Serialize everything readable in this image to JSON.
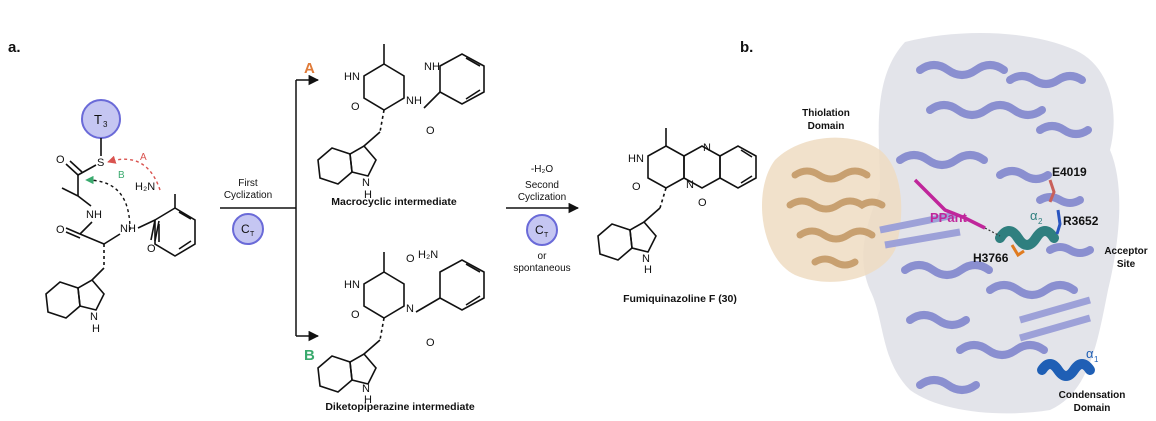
{
  "panels": {
    "a": "a.",
    "b": "b."
  },
  "scheme": {
    "thiolation_badge": {
      "main": "T",
      "sub": "3"
    },
    "ct_badge": {
      "main": "C",
      "sub": "T"
    },
    "arrow_a": "A",
    "arrow_b": "B",
    "first_cyclization_line1": "First",
    "first_cyclization_line2": "Cyclization",
    "water_loss": "-H₂O",
    "second_cyclization_line1": "Second",
    "second_cyclization_line2": "Cyclization",
    "or": "or",
    "spontaneous": "spontaneous",
    "macrocyclic": "Macrocyclic intermediate",
    "diketopiperazine": "Diketopiperazine intermediate",
    "product": "Fumiquinazoline F (30)",
    "atoms": {
      "S": "S",
      "O": "O",
      "NH": "NH",
      "HN": "HN",
      "H2N": "H₂N",
      "N": "N",
      "H": "H"
    }
  },
  "structure": {
    "thiolation": "Thiolation\nDomain",
    "thiolation_line1": "Thiolation",
    "thiolation_line2": "Domain",
    "ppant": "PPant",
    "h3766": "H3766",
    "e4019": "E4019",
    "r3652": "R3652",
    "alpha2_main": "α",
    "alpha2_sub": "2",
    "alpha1_main": "α",
    "alpha1_sub": "1",
    "acceptor_line1": "Acceptor",
    "acceptor_line2": "Site",
    "condensation_line1": "Condensation",
    "condensation_line2": "Domain"
  },
  "colors": {
    "path_a": "#e07b39",
    "path_b": "#3aaa6e",
    "badge_fill": "#c5c6f2",
    "badge_stroke": "#6a6ad8",
    "protein": "#8a8fd0",
    "surface": "#d9dbe3",
    "thiolation_domain": "#c8a070",
    "ppant": "#c0269b",
    "helix_teal": "#2f7f7f",
    "helix_blue": "#1f5fb5",
    "n_green": "#2faa6a",
    "n_orange": "#e07b20"
  }
}
